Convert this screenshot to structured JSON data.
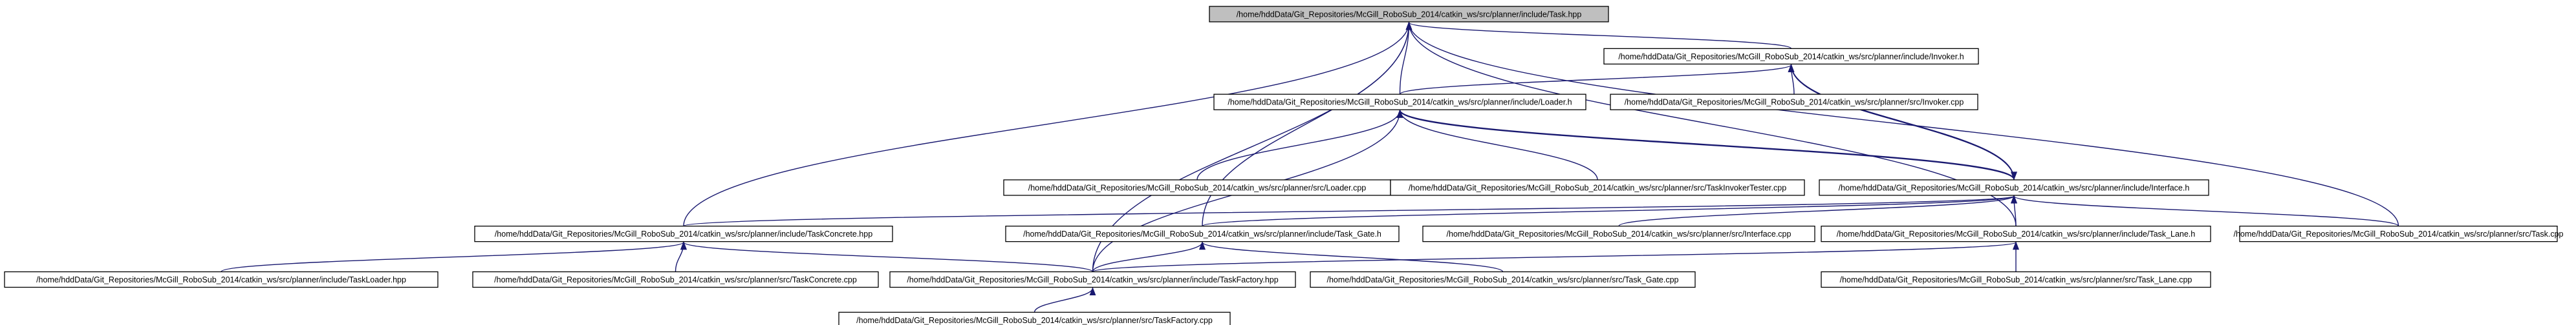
{
  "graph": {
    "title": "",
    "colors": {
      "root_fill": "#bfbfbf",
      "node_fill": "#ffffff",
      "border": "#000000",
      "edge": "#191970"
    },
    "nodes": [
      {
        "id": "task_hpp",
        "label": "/home/hddData/Git_Repositories/McGill_RoboSub_2014/catkin_ws/src/planner/include/Task.hpp",
        "root": true
      },
      {
        "id": "invoker_h",
        "label": "/home/hddData/Git_Repositories/McGill_RoboSub_2014/catkin_ws/src/planner/include/Invoker.h"
      },
      {
        "id": "loader_h",
        "label": "/home/hddData/Git_Repositories/McGill_RoboSub_2014/catkin_ws/src/planner/include/Loader.h"
      },
      {
        "id": "invoker_cpp",
        "label": "/home/hddData/Git_Repositories/McGill_RoboSub_2014/catkin_ws/src/planner/src/Invoker.cpp"
      },
      {
        "id": "loader_cpp",
        "label": "/home/hddData/Git_Repositories/McGill_RoboSub_2014/catkin_ws/src/planner/src/Loader.cpp"
      },
      {
        "id": "taskinvokertester_cpp",
        "label": "/home/hddData/Git_Repositories/McGill_RoboSub_2014/catkin_ws/src/planner/src/TaskInvokerTester.cpp"
      },
      {
        "id": "interface_h",
        "label": "/home/hddData/Git_Repositories/McGill_RoboSub_2014/catkin_ws/src/planner/include/Interface.h"
      },
      {
        "id": "taskconcrete_hpp",
        "label": "/home/hddData/Git_Repositories/McGill_RoboSub_2014/catkin_ws/src/planner/include/TaskConcrete.hpp"
      },
      {
        "id": "task_gate_h",
        "label": "/home/hddData/Git_Repositories/McGill_RoboSub_2014/catkin_ws/src/planner/include/Task_Gate.h"
      },
      {
        "id": "interface_cpp",
        "label": "/home/hddData/Git_Repositories/McGill_RoboSub_2014/catkin_ws/src/planner/src/Interface.cpp"
      },
      {
        "id": "task_lane_h",
        "label": "/home/hddData/Git_Repositories/McGill_RoboSub_2014/catkin_ws/src/planner/include/Task_Lane.h"
      },
      {
        "id": "task_cpp",
        "label": "/home/hddData/Git_Repositories/McGill_RoboSub_2014/catkin_ws/src/planner/src/Task.cpp"
      },
      {
        "id": "taskloader_hpp",
        "label": "/home/hddData/Git_Repositories/McGill_RoboSub_2014/catkin_ws/src/planner/include/TaskLoader.hpp"
      },
      {
        "id": "taskconcrete_cpp",
        "label": "/home/hddData/Git_Repositories/McGill_RoboSub_2014/catkin_ws/src/planner/src/TaskConcrete.cpp"
      },
      {
        "id": "taskfactory_hpp",
        "label": "/home/hddData/Git_Repositories/McGill_RoboSub_2014/catkin_ws/src/planner/include/TaskFactory.hpp"
      },
      {
        "id": "task_gate_cpp",
        "label": "/home/hddData/Git_Repositories/McGill_RoboSub_2014/catkin_ws/src/planner/src/Task_Gate.cpp"
      },
      {
        "id": "task_lane_cpp",
        "label": "/home/hddData/Git_Repositories/McGill_RoboSub_2014/catkin_ws/src/planner/src/Task_Lane.cpp"
      },
      {
        "id": "taskfactory_cpp",
        "label": "/home/hddData/Git_Repositories/McGill_RoboSub_2014/catkin_ws/src/planner/src/TaskFactory.cpp"
      }
    ],
    "edges": [
      {
        "from": "invoker_h",
        "to": "task_hpp"
      },
      {
        "from": "loader_h",
        "to": "task_hpp"
      },
      {
        "from": "taskconcrete_hpp",
        "to": "task_hpp"
      },
      {
        "from": "task_gate_h",
        "to": "task_hpp"
      },
      {
        "from": "task_lane_h",
        "to": "task_hpp"
      },
      {
        "from": "task_cpp",
        "to": "task_hpp"
      },
      {
        "from": "taskfactory_hpp",
        "to": "task_hpp"
      },
      {
        "from": "loader_h",
        "to": "invoker_h"
      },
      {
        "from": "invoker_cpp",
        "to": "invoker_h"
      },
      {
        "from": "interface_h",
        "to": "invoker_h"
      },
      {
        "from": "loader_cpp",
        "to": "loader_h"
      },
      {
        "from": "taskinvokertester_cpp",
        "to": "loader_h"
      },
      {
        "from": "interface_h",
        "to": "loader_h"
      },
      {
        "from": "taskfactory_hpp",
        "to": "loader_h"
      },
      {
        "from": "invoker_h",
        "to": "interface_h"
      },
      {
        "from": "loader_h",
        "to": "interface_h"
      },
      {
        "from": "taskconcrete_hpp",
        "to": "interface_h"
      },
      {
        "from": "task_gate_h",
        "to": "interface_h"
      },
      {
        "from": "interface_cpp",
        "to": "interface_h"
      },
      {
        "from": "task_lane_h",
        "to": "interface_h"
      },
      {
        "from": "task_cpp",
        "to": "interface_h"
      },
      {
        "from": "taskloader_hpp",
        "to": "taskconcrete_hpp"
      },
      {
        "from": "taskconcrete_cpp",
        "to": "taskconcrete_hpp"
      },
      {
        "from": "taskfactory_hpp",
        "to": "taskconcrete_hpp"
      },
      {
        "from": "taskfactory_hpp",
        "to": "task_gate_h"
      },
      {
        "from": "task_gate_cpp",
        "to": "task_gate_h"
      },
      {
        "from": "taskfactory_hpp",
        "to": "task_lane_h"
      },
      {
        "from": "task_lane_cpp",
        "to": "task_lane_h"
      },
      {
        "from": "taskfactory_cpp",
        "to": "taskfactory_hpp"
      }
    ]
  }
}
